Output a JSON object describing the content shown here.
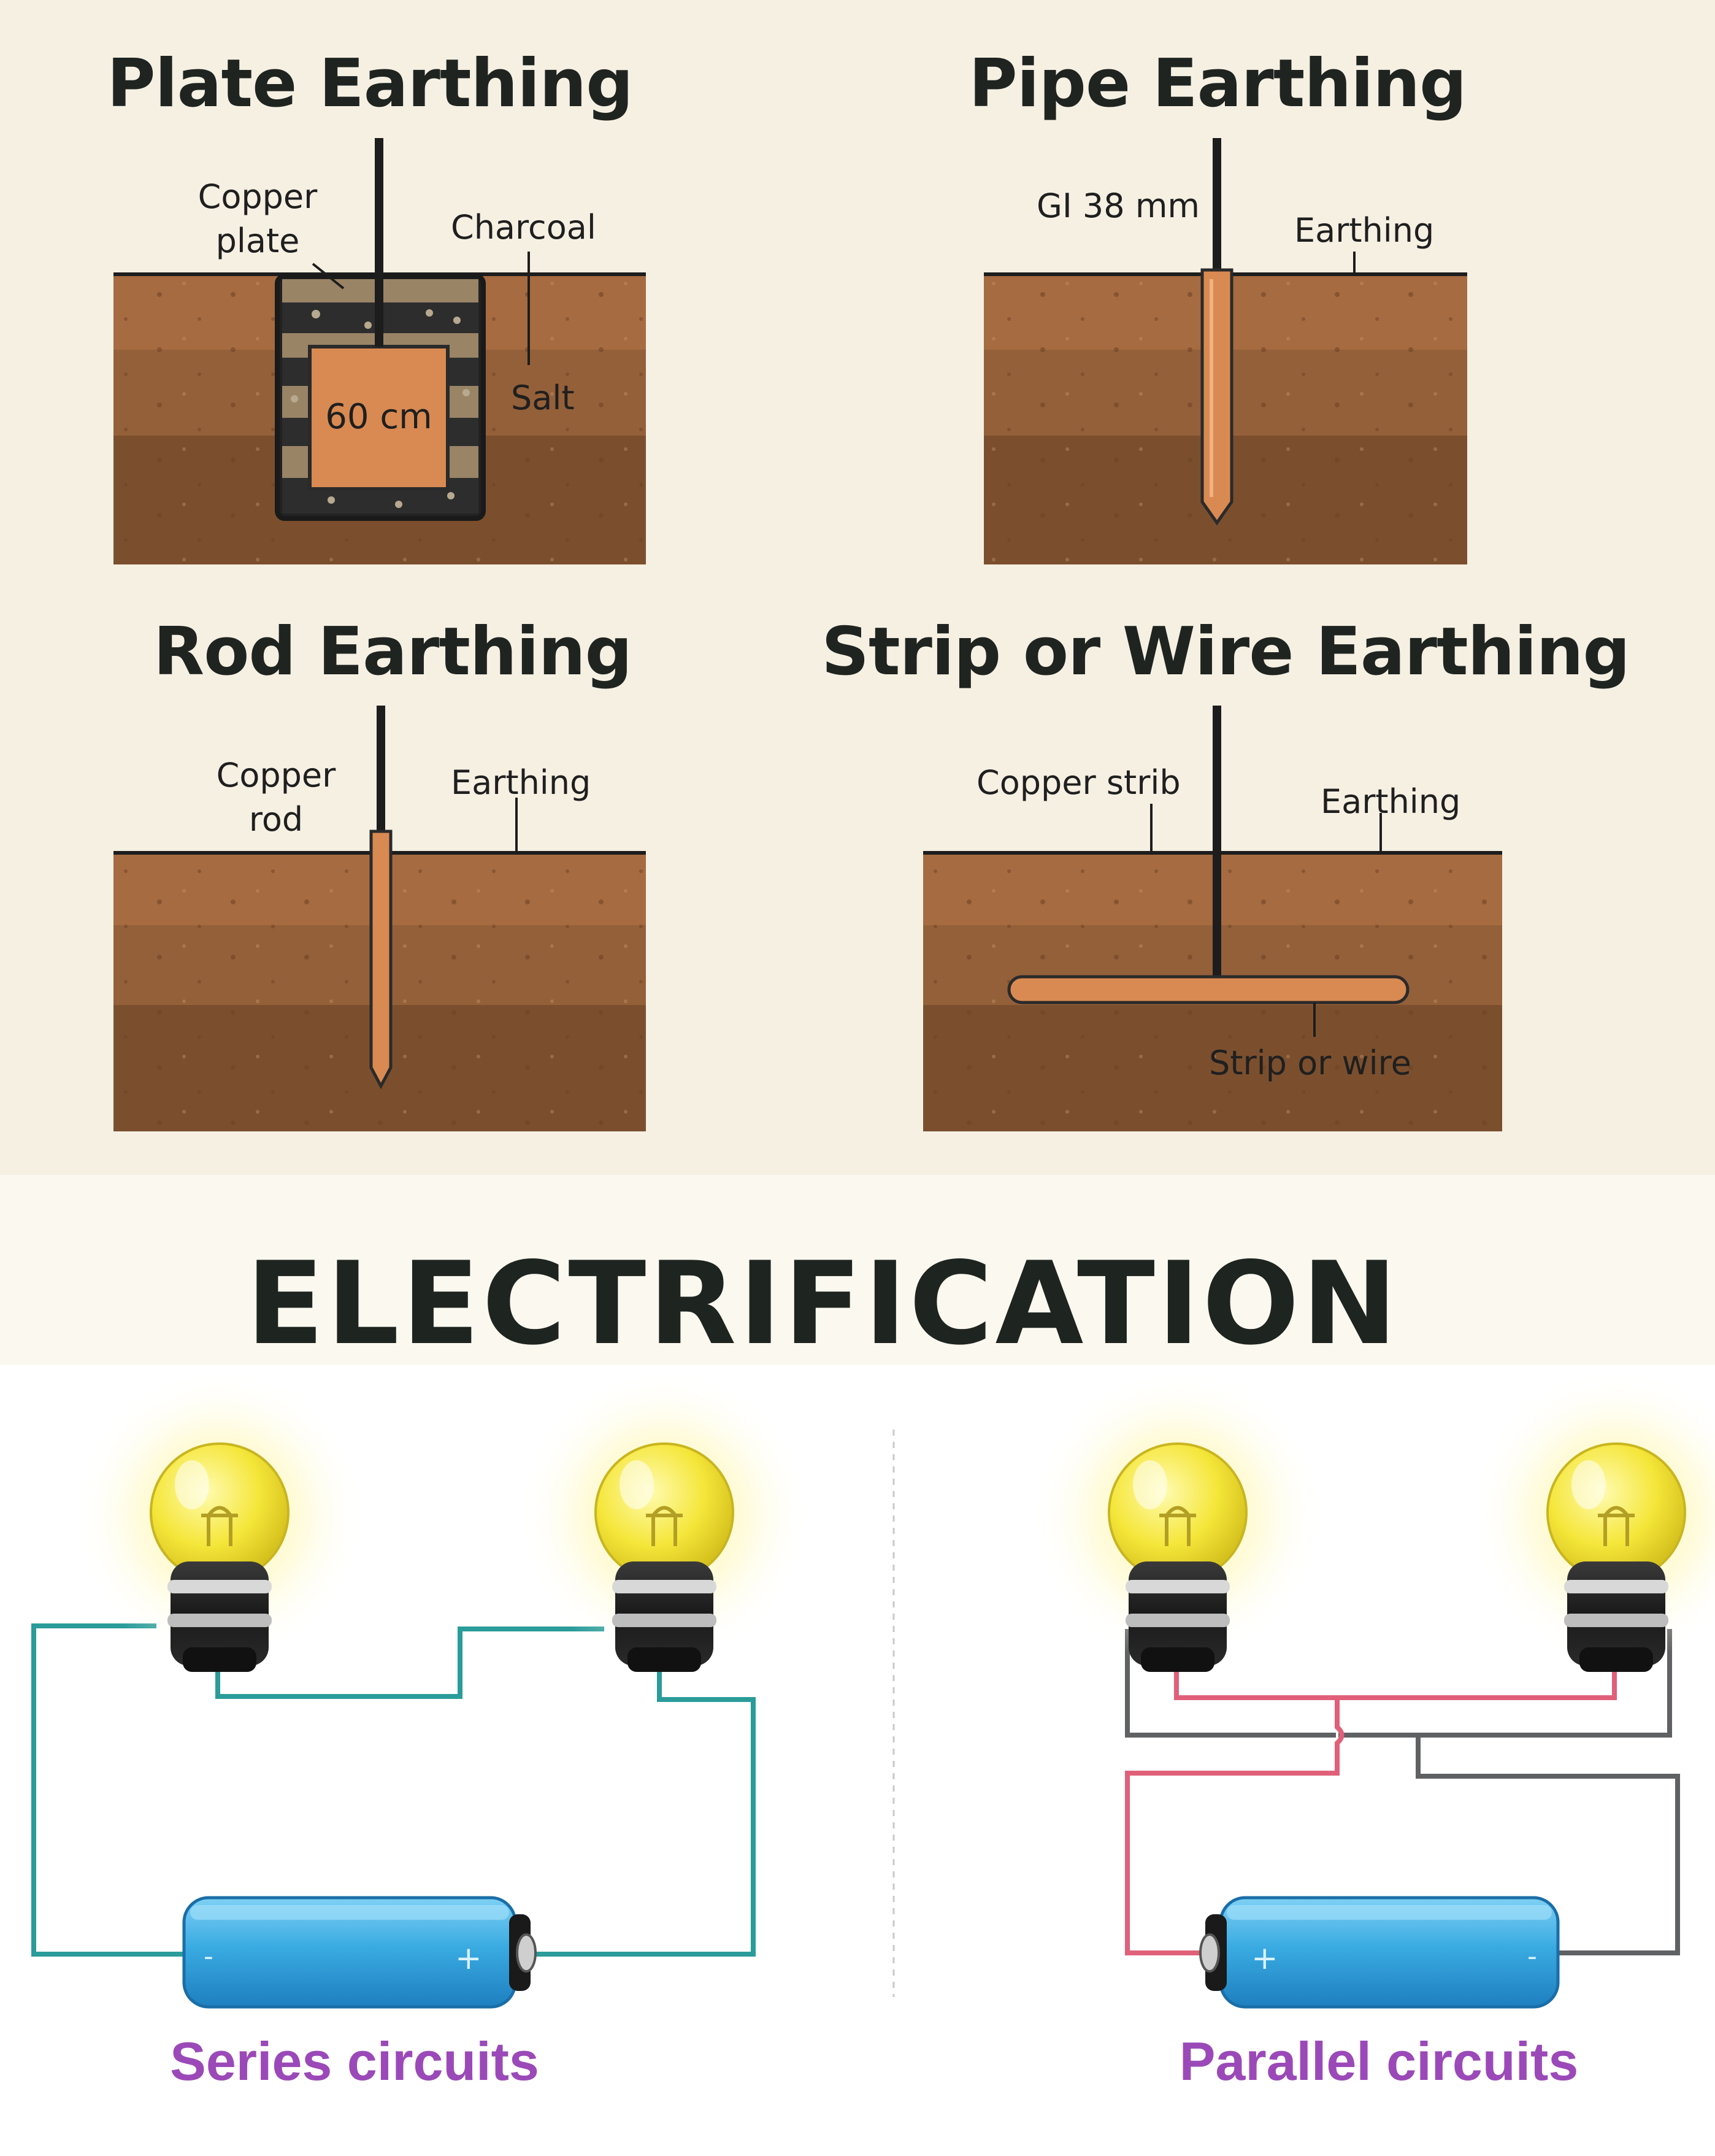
{
  "earthing": {
    "plate": {
      "title": "Plate Earthing",
      "labels": {
        "copper_plate": "Copper\nplate",
        "charcoal": "Charcoal",
        "salt": "Salt",
        "size": "60 cm"
      }
    },
    "pipe": {
      "title": "Pipe Earthing",
      "labels": {
        "gi": "GI 38 mm",
        "earthing": "Earthing"
      }
    },
    "rod": {
      "title": "Rod Earthing",
      "labels": {
        "copper_rod": "Copper\nrod",
        "earthing": "Earthing"
      }
    },
    "strip": {
      "title": "Strip or Wire Earthing",
      "labels": {
        "copper_strip": "Copper strib",
        "earthing": "Earthing",
        "strip_wire": "Strip or wire"
      }
    }
  },
  "banner": {
    "title": "ELECTRIFICATION"
  },
  "circuits": {
    "series": {
      "title": "Series circuits",
      "battery_minus": "-",
      "battery_plus": "+"
    },
    "parallel": {
      "title": "Parallel circuits",
      "battery_minus": "-",
      "battery_plus": "+"
    }
  },
  "colors": {
    "soil_light": "#a66b40",
    "soil_mid": "#946039",
    "soil_dark": "#7b4f2e",
    "copper": "#d98a52",
    "wire_series": "#2a9c9a",
    "wire_parallel_red": "#e0607a",
    "wire_parallel_gray": "#5f6163",
    "title_purple": "#9b49b8",
    "bulb_yellow": "#f5e63a",
    "battery_blue": "#3aabe2"
  }
}
